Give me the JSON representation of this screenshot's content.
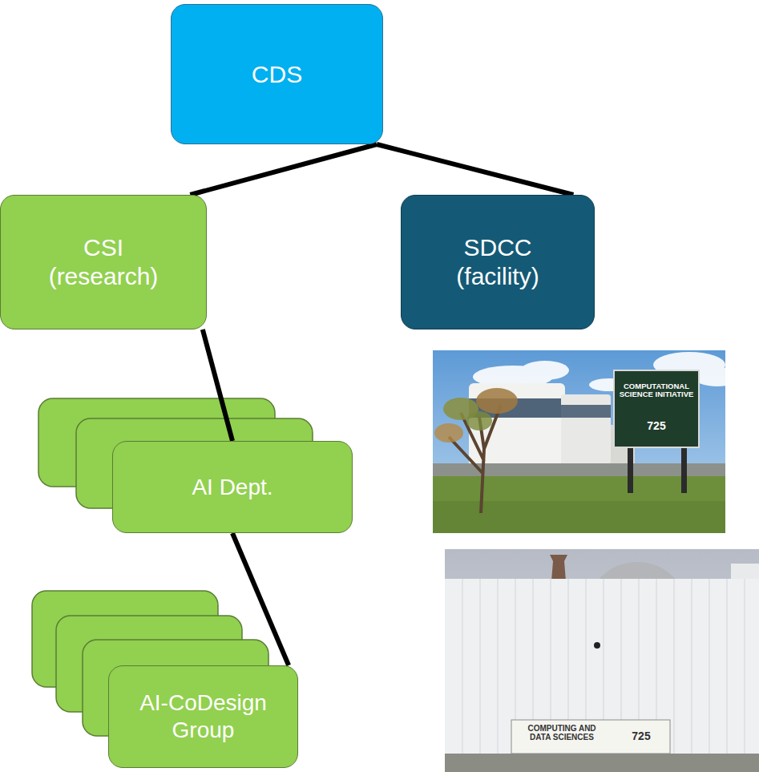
{
  "diagram": {
    "nodes": [
      {
        "text": [
          "CDS"
        ]
      },
      {
        "text": [
          "CSI",
          "(research)"
        ]
      },
      {
        "text": [
          "SDCC",
          "(facility)"
        ]
      },
      {
        "text": [
          "AI Dept."
        ]
      },
      {
        "text": [
          "AI-CoDesign Group"
        ]
      }
    ],
    "edges": [
      {
        "from": 0,
        "to": 1,
        "arrow": "none"
      },
      {
        "from": 0,
        "to": 2,
        "arrow": "none"
      },
      {
        "from": 1,
        "to": 3,
        "arrow": "none"
      },
      {
        "from": 3,
        "to": 4,
        "arrow": "none"
      }
    ],
    "labels": [
      "COMPUTATIONAL SCIENCE INITIATIVE",
      "725",
      "COMPUTING AND DATA SCIENCES",
      "725"
    ]
  }
}
